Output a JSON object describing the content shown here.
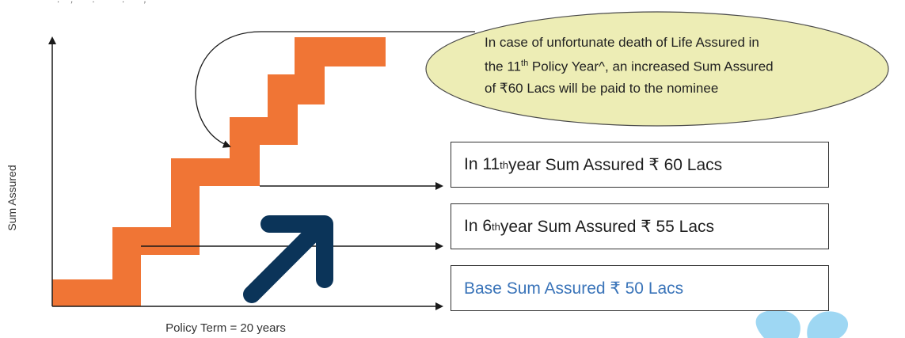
{
  "header_fragment": "~ . ~ , ~ ~ . ~ ~ ~ . ~ ~ , ~",
  "axes": {
    "y_label": "Sum Assured",
    "x_label": "Policy Term = 20 years"
  },
  "callout": {
    "line1": "In case of unfortunate death of Life Assured in",
    "line2_pre": "the 11",
    "line2_sup": "th",
    "line2_post": " Policy Year^, an increased Sum Assured",
    "line3": "of ₹60 Lacs will be paid to the nominee"
  },
  "boxes": {
    "box_11": {
      "pre": "In 11",
      "sup": "th",
      "post": " year Sum Assured ₹ 60 Lacs"
    },
    "box_6": {
      "pre": "In 6",
      "sup": "th",
      "post": " year Sum Assured ₹ 55 Lacs"
    },
    "box_base": {
      "text": "Base Sum Assured ₹ 50 Lacs"
    }
  },
  "colors": {
    "stairs": "#F07535",
    "arrow": "#0B3459",
    "callout_fill": "#EDEDB5",
    "base_text": "#3A74B9",
    "ribbon": "#9ED7F3"
  }
}
